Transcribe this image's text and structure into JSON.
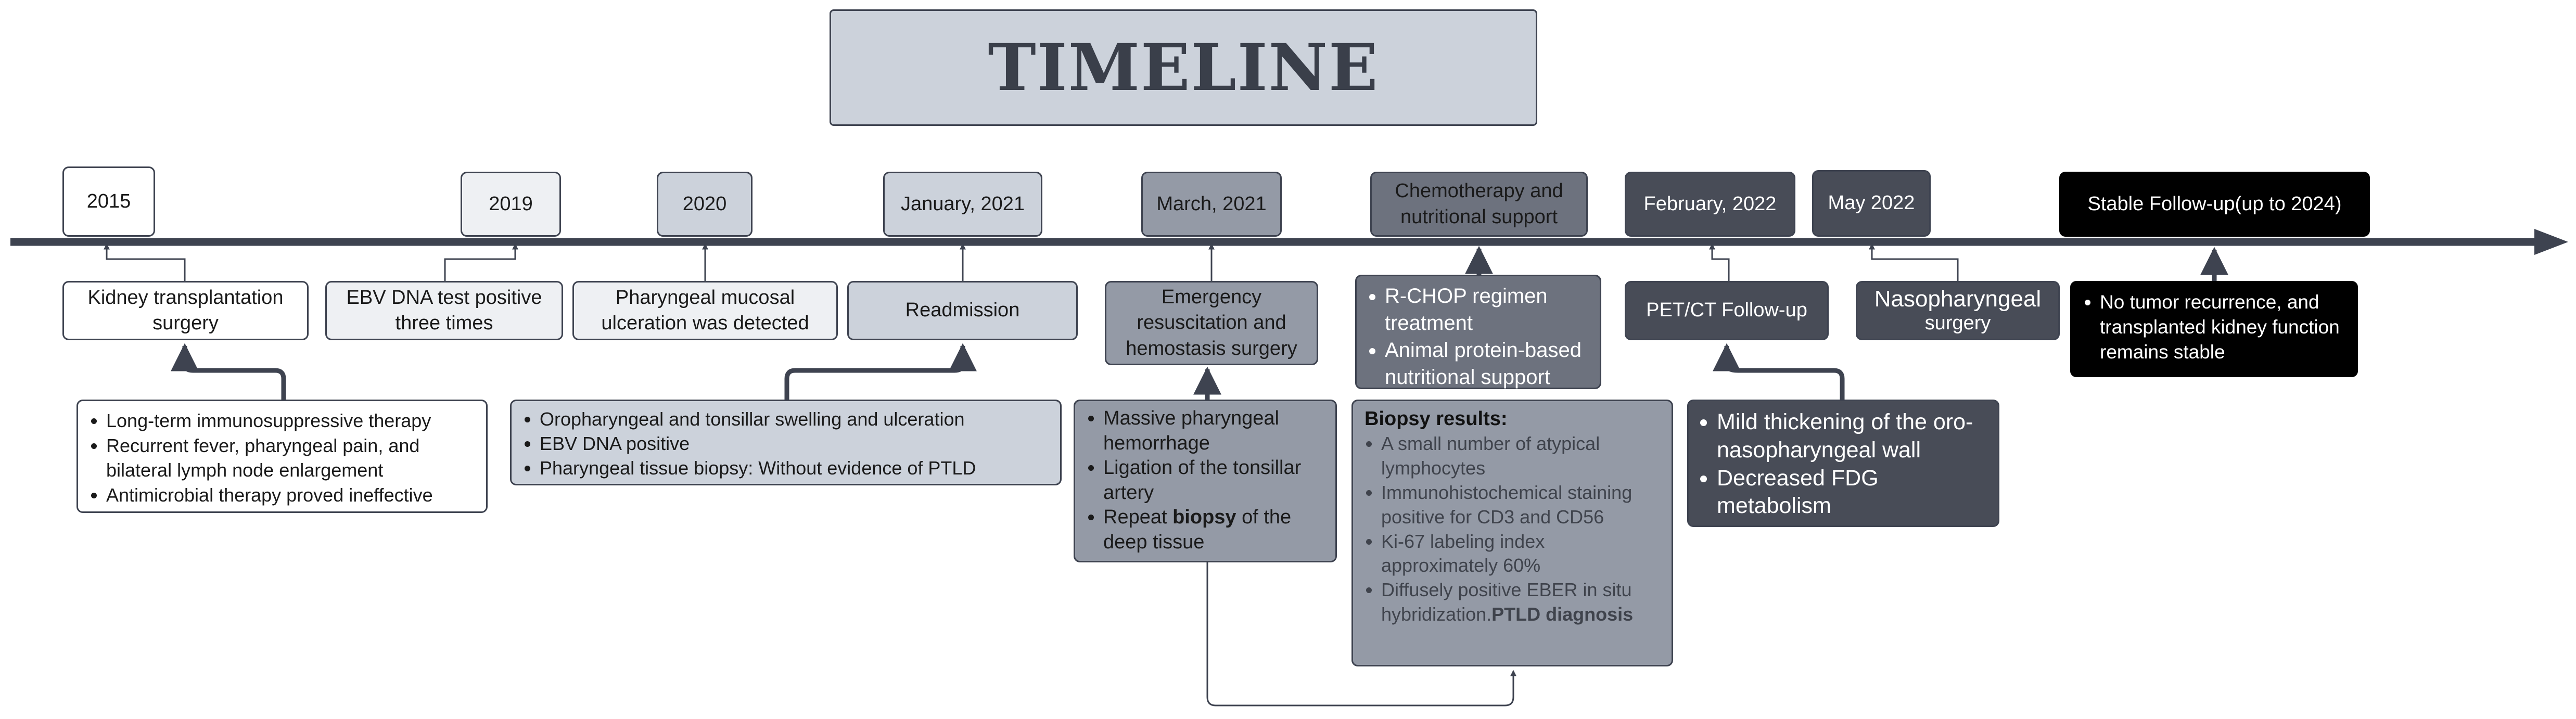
{
  "title": "TIMELINE",
  "colors": {
    "axis": "#3e4350",
    "white": "#ffffff",
    "lightest": "#eef0f3",
    "light": "#ccd2db",
    "mid": "#949aa6",
    "midDark": "#6d727e",
    "dark": "#484c57",
    "black": "#000000"
  },
  "dates": [
    {
      "label": "2015"
    },
    {
      "label": "2019"
    },
    {
      "label": "2020"
    },
    {
      "label": "January, 2021"
    },
    {
      "label": "March, 2021"
    },
    {
      "label": "Chemotherapy and nutritional support"
    },
    {
      "label": "February, 2022"
    },
    {
      "label": "May 2022"
    },
    {
      "label": "Stable Follow-up(up to 2024)"
    }
  ],
  "events": [
    {
      "label": "Kidney transplantation surgery"
    },
    {
      "label": "EBV DNA test positive three times"
    },
    {
      "label": "Pharyngeal mucosal ulceration was detected"
    },
    {
      "label": "Readmission"
    },
    {
      "label": "Emergency resuscitation and hemostasis surgery"
    },
    {
      "items": [
        "R-CHOP regimen treatment",
        "Animal protein-based nutritional support"
      ]
    },
    {
      "label": "PET/CT Follow-up"
    },
    {
      "label": "Nasopharyngeal",
      "sub": "surgery"
    },
    {
      "items": [
        "No tumor recurrence, and transplanted kidney function remains stable"
      ]
    }
  ],
  "details": {
    "history": {
      "items": [
        "Long-term immunosuppressive therapy",
        "Recurrent fever, pharyngeal pain, and bilateral lymph node enlargement",
        "Antimicrobial therapy proved ineffective"
      ]
    },
    "readmission": {
      "items": [
        "Oropharyngeal and tonsillar swelling and ulceration",
        "EBV DNA positive",
        "Pharyngeal tissue biopsy: Without evidence of PTLD"
      ]
    },
    "emergency": {
      "items": [
        "Massive pharyngeal hemorrhage",
        "Ligation of the tonsillar artery"
      ],
      "last_prefix": "Repeat ",
      "last_bold": "biopsy",
      "last_suffix": " of the deep tissue"
    },
    "biopsy": {
      "heading": "Biopsy results:",
      "items": [
        "A small number of atypical lymphocytes",
        "Immunohistochemical staining positive for CD3 and CD56",
        "Ki-67 labeling index approximately 60%"
      ],
      "last_text": "Diffusely positive EBER in situ hybridization.",
      "last_bold": "PTLD diagnosis"
    },
    "petct": {
      "items": [
        "Mild thickening of the oro-nasopharyngeal wall",
        "Decreased FDG metabolism"
      ]
    }
  }
}
